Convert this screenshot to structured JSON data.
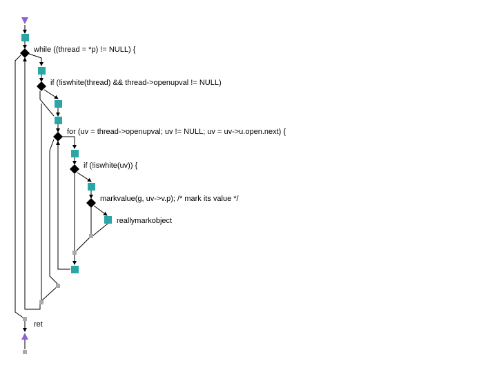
{
  "colors": {
    "block": "#2aa6a6",
    "junction": "#aaaaaa",
    "decision": "#000000",
    "entry_exit": "#8e5fd8",
    "edge": "#000000"
  },
  "statements": {
    "while_loop": "while ((thread = *p) != NULL) {",
    "if_iswhite_thread": "if (!iswhite(thread) && thread->openupval != NULL)",
    "for_loop": "for (uv = thread->openupval; uv != NULL; uv = uv->u.open.next) {",
    "if_iswhite_uv": "if (!iswhite(uv)) {",
    "markvalue_call": "markvalue(g, uv->v.p);  /* mark its value */",
    "reallymarkobject_call": "reallymarkobject",
    "return_statement": "ret"
  }
}
